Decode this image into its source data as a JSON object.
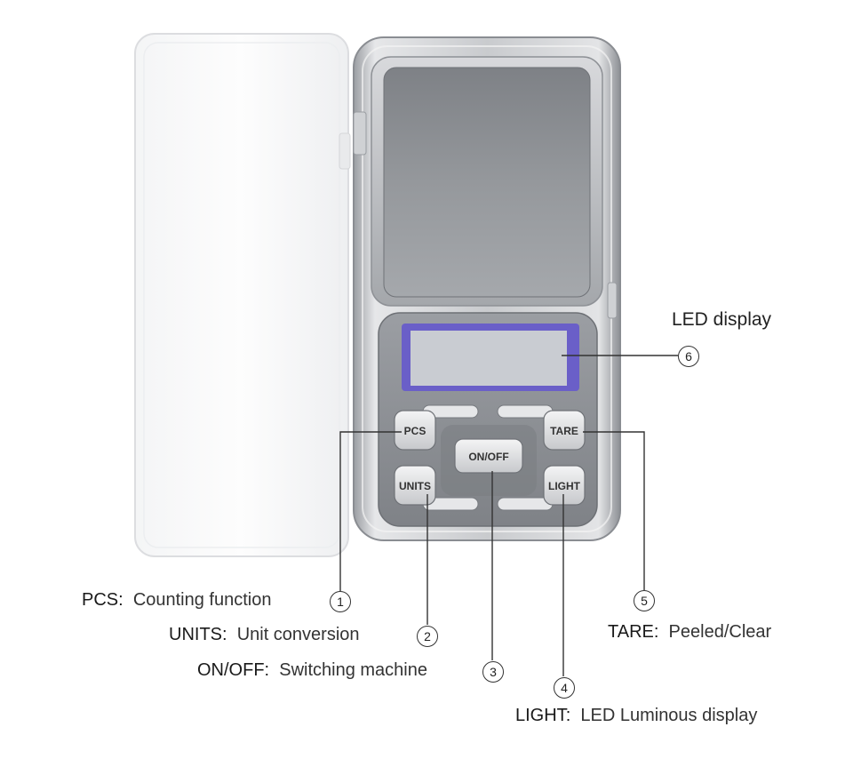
{
  "buttons": {
    "pcs": "PCS",
    "tare": "TARE",
    "onoff": "ON/OFF",
    "units": "UNITS",
    "light": "LIGHT"
  },
  "callouts": {
    "led": {
      "title": "LED display",
      "number": "6"
    },
    "pcs": {
      "key": "PCS",
      "sep": ":",
      "desc": "Counting function",
      "number": "1"
    },
    "units": {
      "key": "UNITS",
      "sep": ":",
      "desc": "Unit conversion",
      "number": "2"
    },
    "onoff": {
      "key": "ON/OFF",
      "sep": ":",
      "desc": "Switching machine",
      "number": "3"
    },
    "light": {
      "key": "LIGHT",
      "sep": ":",
      "desc": "LED Luminous display",
      "number": "4"
    },
    "tare": {
      "key": "TARE",
      "sep": ":",
      "desc": "Peeled/Clear",
      "number": "5"
    }
  },
  "colors": {
    "lcd_frame": "#6a5fc8",
    "lcd_screen": "#c9ccd2",
    "body_silver": "#b9bcc1",
    "keypad": "#8f9398"
  }
}
